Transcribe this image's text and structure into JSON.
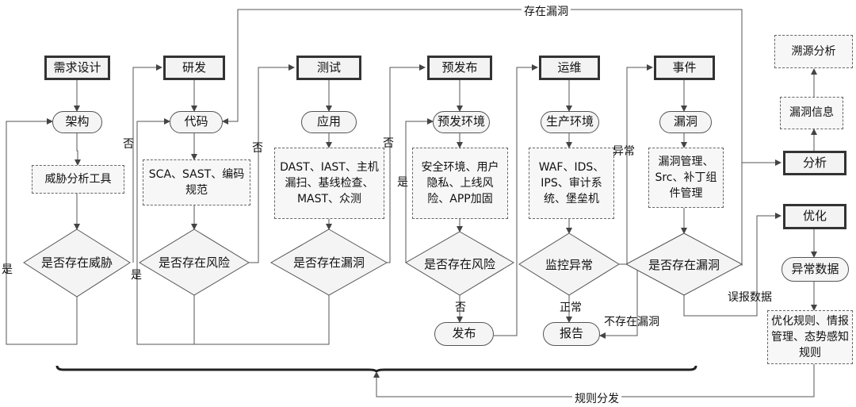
{
  "headers": {
    "requirements": "需求设计",
    "dev": "研发",
    "test": "测试",
    "prerelease": "预发布",
    "ops": "运维",
    "incident": "事件",
    "analysis": "分析",
    "optimize": "优化"
  },
  "pills": {
    "architecture": "架构",
    "code": "代码",
    "application": "应用",
    "pre_env": "预发环境",
    "prod_env": "生产环境",
    "vuln": "漏洞",
    "release": "发布",
    "report": "报告",
    "anomaly_data": "异常数据"
  },
  "boxes": {
    "threat_tool": "威胁分析工具",
    "sca": "SCA、SAST、编码规范",
    "dast": "DAST、IAST、主机漏扫、基线检查、MAST、众测",
    "security_env": "安全环境、用户隐私、上线风险、APP加固",
    "waf": "WAF、IDS、IPS、审计系统、堡垒机",
    "vuln_mgmt": "漏洞管理、Src、补丁组件管理",
    "trace": "溯源分析",
    "vuln_info": "漏洞信息",
    "opt_rules": "优化规则、情报管理、态势感知规则"
  },
  "diamonds": {
    "threat": "是否存在威胁",
    "risk_dev": "是否存在风险",
    "vuln_test": "是否存在漏洞",
    "risk_pre": "是否存在风险",
    "monitor": "监控异常",
    "vuln_event": "是否存在漏洞"
  },
  "edge_labels": {
    "yes1": "是",
    "yes2": "是",
    "yes3": "是",
    "no1": "否",
    "no2": "否",
    "no3": "否",
    "no4": "否",
    "abnormal": "异常",
    "normal": "正常",
    "no_vuln": "不存在漏洞",
    "false_positive": "误报数据",
    "vuln_exists": "存在漏洞",
    "rule_dist": "规则分发"
  }
}
